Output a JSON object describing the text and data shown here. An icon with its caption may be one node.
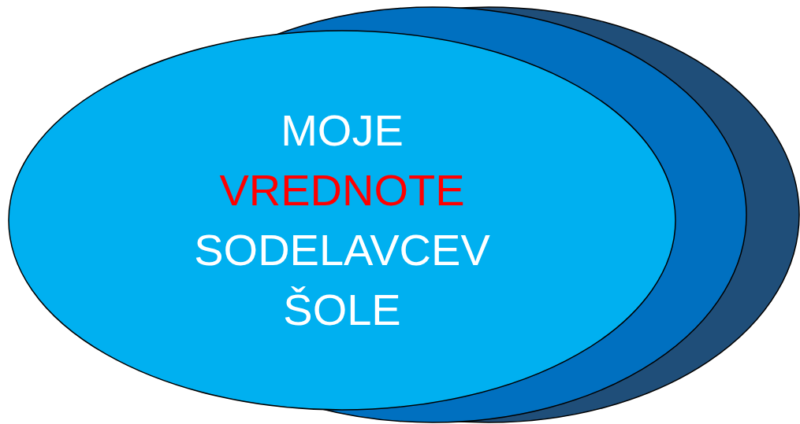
{
  "diagram": {
    "nodes": [
      {
        "text": [
          "MOJE",
          "VREDNOTE",
          "SODELAVCEV ŠOLE"
        ]
      },
      {
        "text": [],
        "shape": "ellipse"
      },
      {
        "text": [],
        "shape": "ellipse"
      }
    ]
  }
}
